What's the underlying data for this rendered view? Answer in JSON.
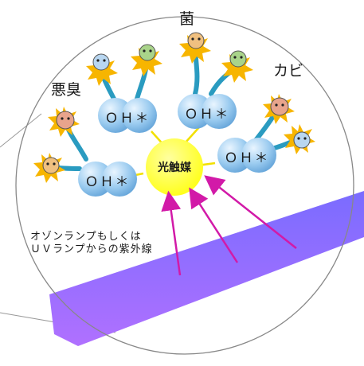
{
  "labels": {
    "bacteria": "菌",
    "mold": "カビ",
    "odor": "悪臭",
    "light_source_line1": "オゾンランプもしくは",
    "light_source_line2": "ＵＶランプからの紫外線"
  },
  "catalyst": {
    "label": "光触媒",
    "color": "#ffff00"
  },
  "radicals": [
    {
      "label": "ＯＨ＊"
    },
    {
      "label": "ＯＨ＊"
    },
    {
      "label": "ＯＨ＊"
    },
    {
      "label": "ＯＨ＊"
    }
  ],
  "colors": {
    "radical_bubble": "#7fb8e6",
    "stem": "#2a9bc0",
    "starburst": "#f7b500",
    "uv_arrow": "#d21aa8",
    "uv_band_top": "#7a6cff",
    "uv_band_bottom": "#b070ff"
  },
  "icons": [
    "bacteria-icon",
    "mold-icon",
    "odor-icon",
    "starburst-icon",
    "uv-arrow-icon"
  ]
}
